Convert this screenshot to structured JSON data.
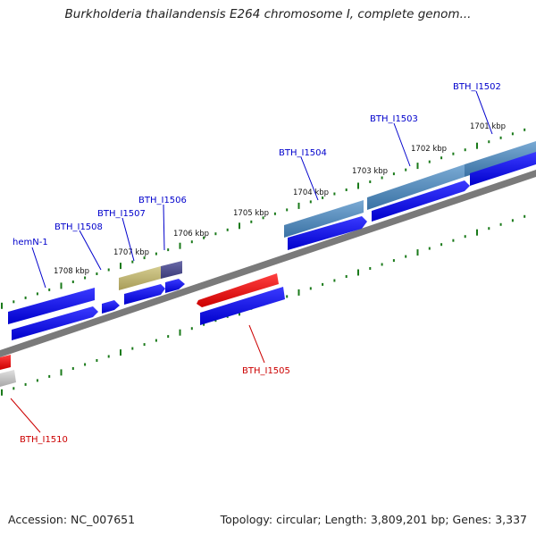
{
  "title": "Burkholderia thailandensis E264 chromosome I, complete genom...",
  "footer": {
    "accession": "Accession: NC_007651",
    "summary": "Topology: circular; Length: 3,809,201 bp; Genes: 3,337"
  },
  "colors": {
    "backbone": "#808080",
    "tick": "#1a7a1a",
    "gene_forward": "#0000ee",
    "gene_highlight": "#ee0000",
    "gene_grey": "#c8c8c8",
    "gene_olive": "#b8b070",
    "gene_navy": "#4a4a8a",
    "gene_steel": "#4a86b8",
    "label_blue": "#0000cc",
    "label_red": "#cc0000"
  },
  "scale_labels": [
    "1708 kbp",
    "1707 kbp",
    "1706 kbp",
    "1705 kbp",
    "1704 kbp",
    "1703 kbp",
    "1702 kbp",
    "1701 kbp"
  ],
  "gene_labels": [
    {
      "id": "hemN-1",
      "text": "hemN-1",
      "color": "blue"
    },
    {
      "id": "BTH_I1508",
      "text": "BTH_I1508",
      "color": "blue"
    },
    {
      "id": "BTH_I1507",
      "text": "BTH_I1507",
      "color": "blue"
    },
    {
      "id": "BTH_I1506",
      "text": "BTH_I1506",
      "color": "blue"
    },
    {
      "id": "BTH_I1504",
      "text": "BTH_I1504",
      "color": "blue"
    },
    {
      "id": "BTH_I1503",
      "text": "BTH_I1503",
      "color": "blue"
    },
    {
      "id": "BTH_I1502",
      "text": "BTH_I1502",
      "color": "blue"
    },
    {
      "id": "BTH_I1505",
      "text": "BTH_I1505",
      "color": "red"
    },
    {
      "id": "BTH_I1510",
      "text": "BTH_I1510",
      "color": "red"
    }
  ]
}
